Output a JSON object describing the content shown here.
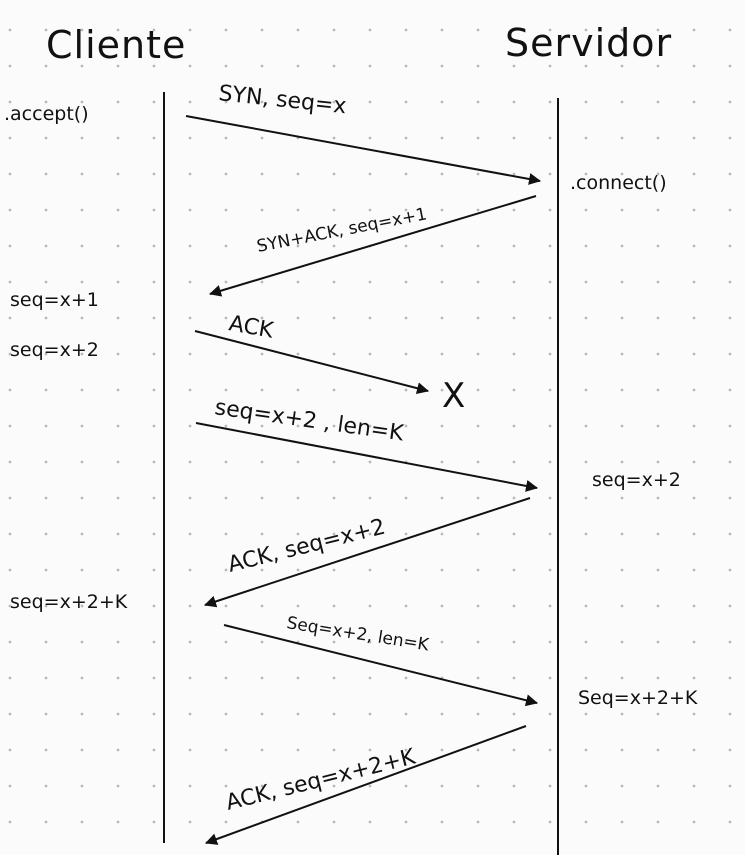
{
  "participants": {
    "client": "Cliente",
    "server": "Servidor"
  },
  "notes": {
    "client_call": ".accept()",
    "server_call": ".connect()",
    "client_seq_1": "seq=x+1",
    "client_seq_2": "seq=x+2",
    "client_seq_3": "seq=x+2+K",
    "server_seq_1": "seq=x+2",
    "server_seq_2": "Seq=x+2+K"
  },
  "messages": [
    {
      "label": "SYN, seq=x",
      "direction": "client-to-server",
      "lost": false
    },
    {
      "label": "SYN+ACK, seq=x+1",
      "direction": "server-to-client",
      "lost": false
    },
    {
      "label": "ACK",
      "direction": "client-to-server",
      "lost": true
    },
    {
      "label": "seq=x+2 , len=K",
      "direction": "client-to-server",
      "lost": false
    },
    {
      "label": "ACK, seq=x+2",
      "direction": "server-to-client",
      "lost": false
    },
    {
      "label": "Seq=x+2, len=K",
      "direction": "client-to-server",
      "lost": false
    },
    {
      "label": "ACK, seq=x+2+K",
      "direction": "server-to-client",
      "lost": false
    }
  ],
  "lost_marker": "X"
}
